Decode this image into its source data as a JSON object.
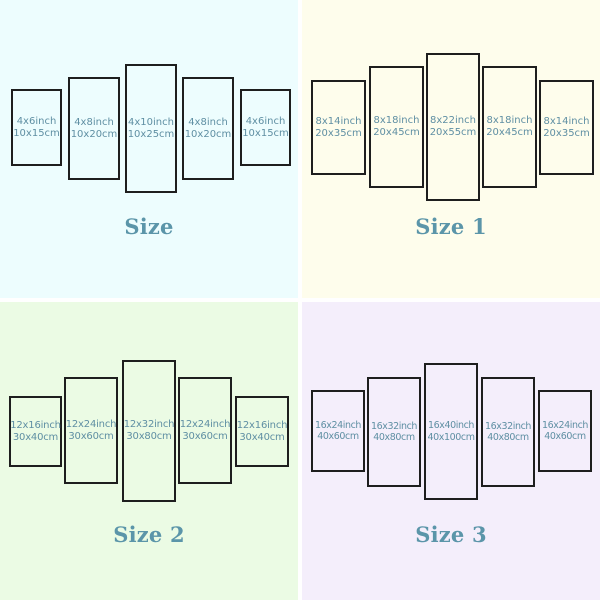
{
  "colors": {
    "quad_backgrounds": [
      "#edfdfe",
      "#fefdec",
      "#ebfbe4",
      "#f4eefb"
    ],
    "frame_border": "#1e1e1e",
    "label_text": "#5f8fa3",
    "caption_text": "#5b95a9"
  },
  "quadrants": [
    {
      "caption": "Size",
      "panels": [
        {
          "inch": "4x6inch",
          "cm": "10x15cm"
        },
        {
          "inch": "4x8inch",
          "cm": "10x20cm"
        },
        {
          "inch": "4x10inch",
          "cm": "10x25cm"
        },
        {
          "inch": "4x8inch",
          "cm": "10x20cm"
        },
        {
          "inch": "4x6inch",
          "cm": "10x15cm"
        }
      ]
    },
    {
      "caption": "Size 1",
      "panels": [
        {
          "inch": "8x14inch",
          "cm": "20x35cm"
        },
        {
          "inch": "8x18inch",
          "cm": "20x45cm"
        },
        {
          "inch": "8x22inch",
          "cm": "20x55cm"
        },
        {
          "inch": "8x18inch",
          "cm": "20x45cm"
        },
        {
          "inch": "8x14inch",
          "cm": "20x35cm"
        }
      ]
    },
    {
      "caption": "Size 2",
      "panels": [
        {
          "inch": "12x16inch",
          "cm": "30x40cm"
        },
        {
          "inch": "12x24inch",
          "cm": "30x60cm"
        },
        {
          "inch": "12x32inch",
          "cm": "30x80cm"
        },
        {
          "inch": "12x24inch",
          "cm": "30x60cm"
        },
        {
          "inch": "12x16inch",
          "cm": "30x40cm"
        }
      ]
    },
    {
      "caption": "Size 3",
      "panels": [
        {
          "inch": "16x24inch",
          "cm": "40x60cm"
        },
        {
          "inch": "16x32inch",
          "cm": "40x80cm"
        },
        {
          "inch": "16x40inch",
          "cm": "40x100cm"
        },
        {
          "inch": "16x32inch",
          "cm": "40x80cm"
        },
        {
          "inch": "16x24inch",
          "cm": "40x60cm"
        }
      ]
    }
  ]
}
